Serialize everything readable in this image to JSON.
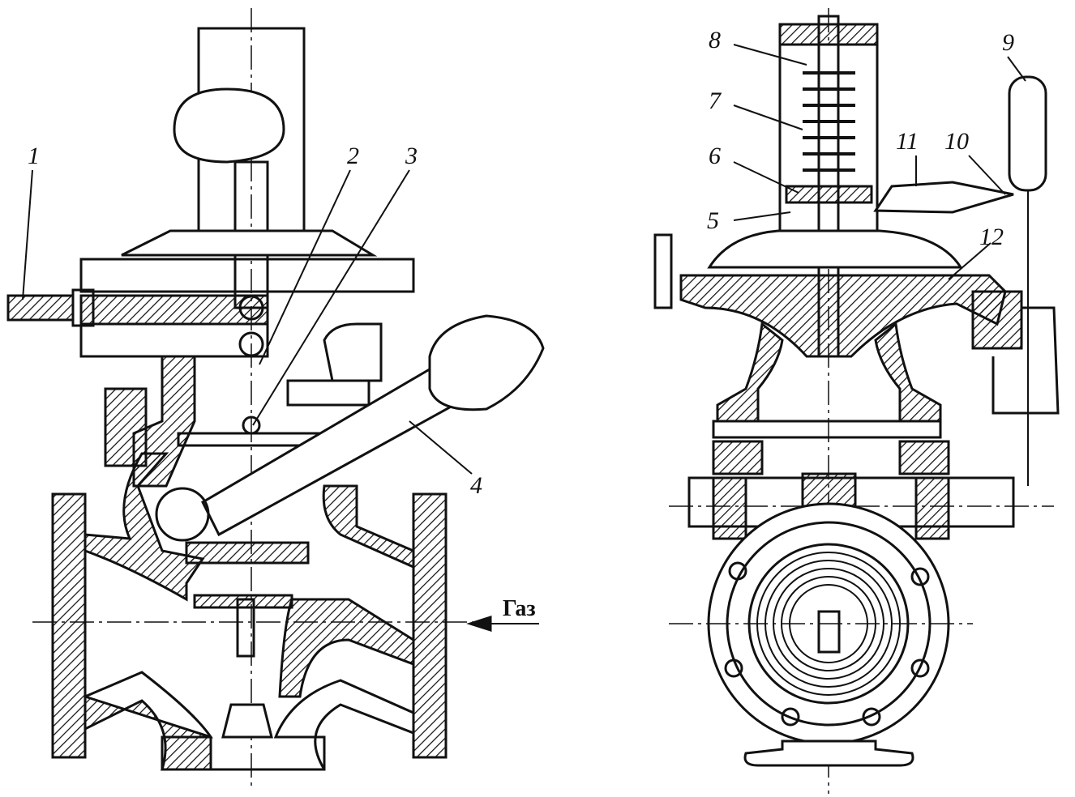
{
  "figure": {
    "callouts": [
      {
        "id": "1",
        "text": "1"
      },
      {
        "id": "2",
        "text": "2"
      },
      {
        "id": "3",
        "text": "3"
      },
      {
        "id": "4",
        "text": "4"
      },
      {
        "id": "5",
        "text": "5"
      },
      {
        "id": "6",
        "text": "6"
      },
      {
        "id": "7",
        "text": "7"
      },
      {
        "id": "8",
        "text": "8"
      },
      {
        "id": "9",
        "text": "9"
      },
      {
        "id": "10",
        "text": "10"
      },
      {
        "id": "11",
        "text": "11"
      },
      {
        "id": "12",
        "text": "12"
      }
    ],
    "flow_label": "Газ",
    "colors": {
      "ink": "#111111",
      "paper": "#ffffff"
    }
  }
}
